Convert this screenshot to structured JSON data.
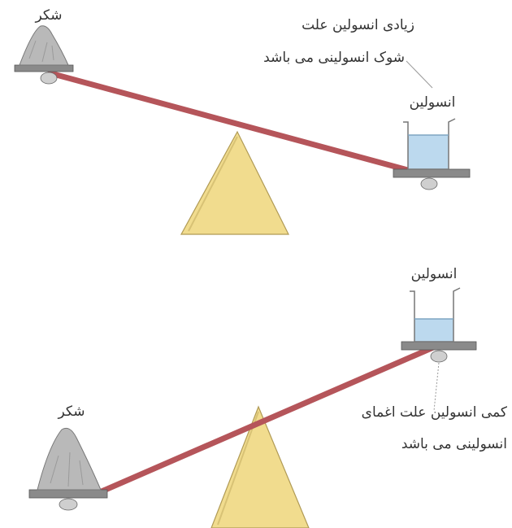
{
  "top_panel": {
    "sugar_label": "شکر",
    "insulin_label": "انسولین",
    "caption_line1": "زیادی انسولین علت",
    "caption_line2": "شوک انسولینی می باشد"
  },
  "bottom_panel": {
    "insulin_label": "انسولین",
    "sugar_label": "شکر",
    "caption_line1": "کمی انسولین علت اغمای",
    "caption_line2": "انسولینی می باشد"
  },
  "colors": {
    "beam": "#b5555a",
    "fulcrum": "#f1dc8e",
    "pan": "#8a8a8a",
    "sugar_pile": "#b9b9b9",
    "beaker_liquid": "#bcd9ee"
  }
}
